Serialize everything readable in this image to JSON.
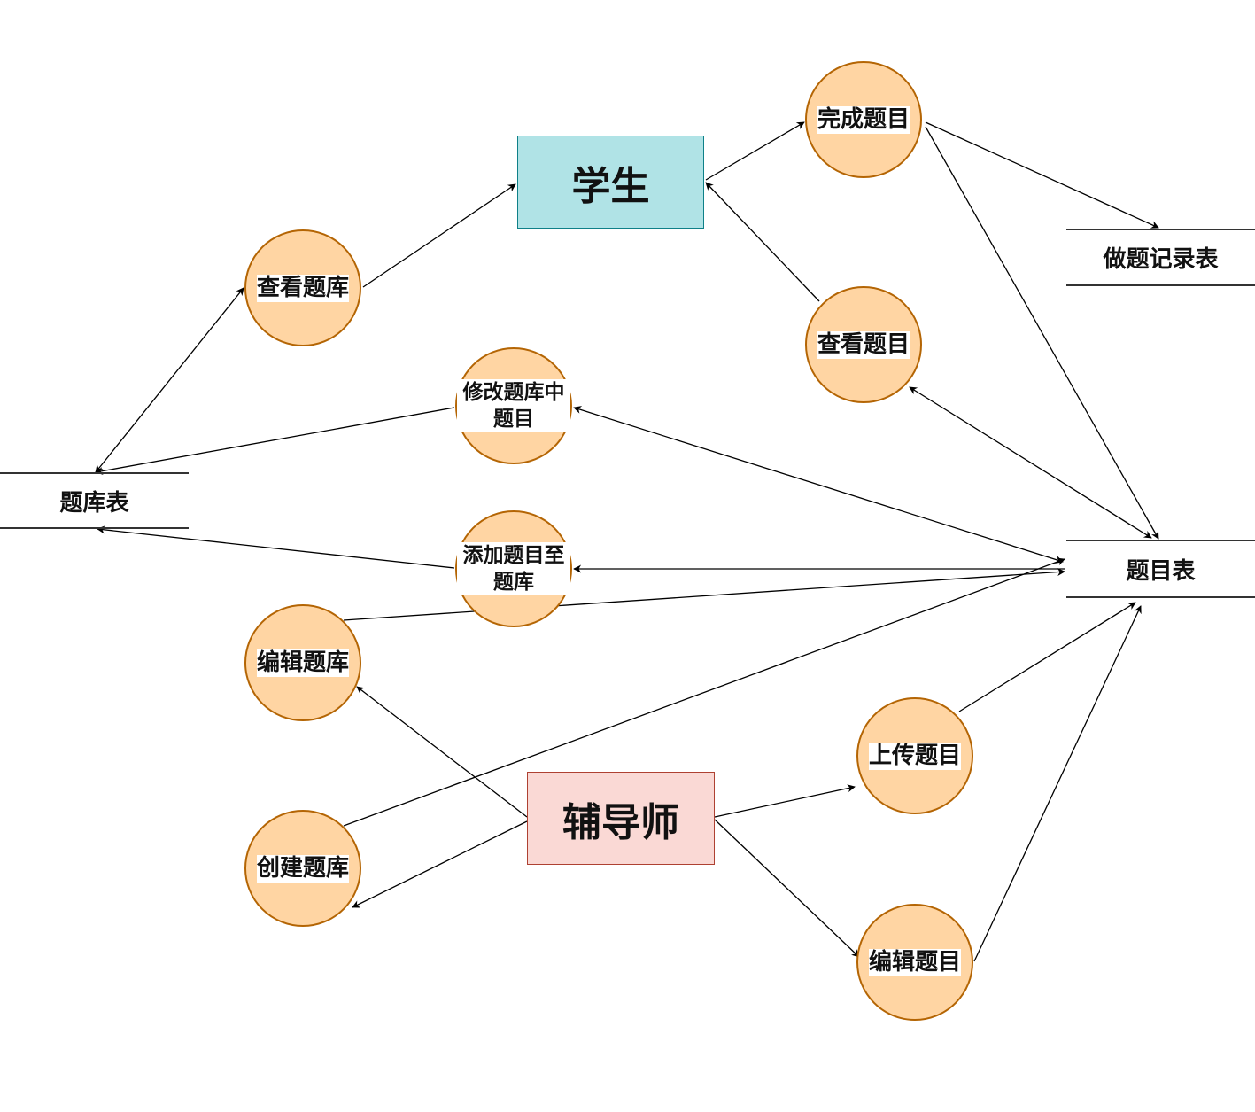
{
  "entities": {
    "student": "学生",
    "tutor": "辅导师"
  },
  "processes": {
    "view_bank": "查看题库",
    "complete_question": "完成题目",
    "view_question": "查看题目",
    "modify_question": "修改题库中题目",
    "add_question": "添加题目至题库",
    "edit_bank": "编辑题库",
    "create_bank": "创建题库",
    "upload_question": "上传题目",
    "edit_question": "编辑题目"
  },
  "stores": {
    "record_table": "做题记录表",
    "bank_table": "题库表",
    "question_table": "题目表"
  },
  "colors": {
    "student_fill": "#b0e3e6",
    "tutor_fill": "#fad9d5",
    "process_fill": "#ffd5a3",
    "process_stroke": "#b46504"
  }
}
